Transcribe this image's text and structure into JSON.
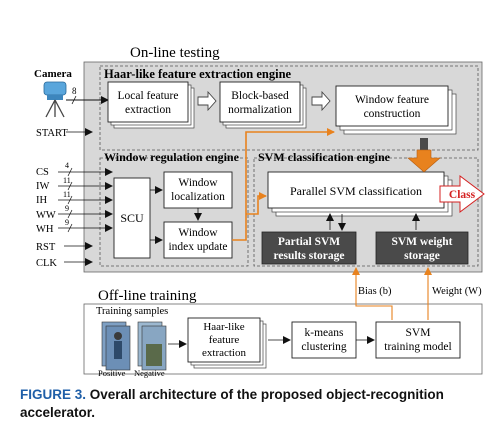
{
  "labels": {
    "online_testing": "On-line testing",
    "camera": "Camera",
    "haar_engine": "Haar-like feature extraction engine",
    "local_feature_extraction": [
      "Local feature",
      "extraction"
    ],
    "block_based_normalization": [
      "Block-based",
      "normalization"
    ],
    "window_feature_construction": [
      "Window feature",
      "construction"
    ],
    "window_regulation_engine": "Window regulation engine",
    "svm_classification_engine": "SVM classification engine",
    "scu": "SCU",
    "window_localization": [
      "Window",
      "localization"
    ],
    "window_index_update": [
      "Window",
      "index update"
    ],
    "parallel_svm_classification": "Parallel SVM classification",
    "class": "Class",
    "partial_svm_results_storage": [
      "Partial SVM",
      "results storage"
    ],
    "svm_weight_storage": [
      "SVM weight",
      "storage"
    ],
    "bias": "Bias (b)",
    "weight": "Weight (W)",
    "offline_training": "Off-line training",
    "training_samples": "Training samples",
    "positive": "Positive",
    "negative": "Negative",
    "haar_like_feature_extraction": [
      "Haar-like",
      "feature",
      "extraction"
    ],
    "kmeans_clustering": [
      "k-means",
      "clustering"
    ],
    "svm_training_model": [
      "SVM",
      "training model"
    ]
  },
  "signals": [
    {
      "name": "START",
      "width": ""
    },
    {
      "name": "CS",
      "width": "4"
    },
    {
      "name": "IW",
      "width": "11"
    },
    {
      "name": "IH",
      "width": "11"
    },
    {
      "name": "WW",
      "width": "9"
    },
    {
      "name": "WH",
      "width": "9"
    },
    {
      "name": "RST",
      "width": ""
    },
    {
      "name": "CLK",
      "width": ""
    }
  ],
  "camera_bus_width": "8",
  "caption": {
    "figure_label": "FIGURE 3.",
    "text": "Overall architecture of the proposed object-recognition accelerator."
  },
  "colors": {
    "engine_panel": "#d8d8d8",
    "dark_storage": "#4a4a4a",
    "data_path": "#e8821e",
    "class_text": "#d42020",
    "caption_label": "#1f5fa8"
  }
}
